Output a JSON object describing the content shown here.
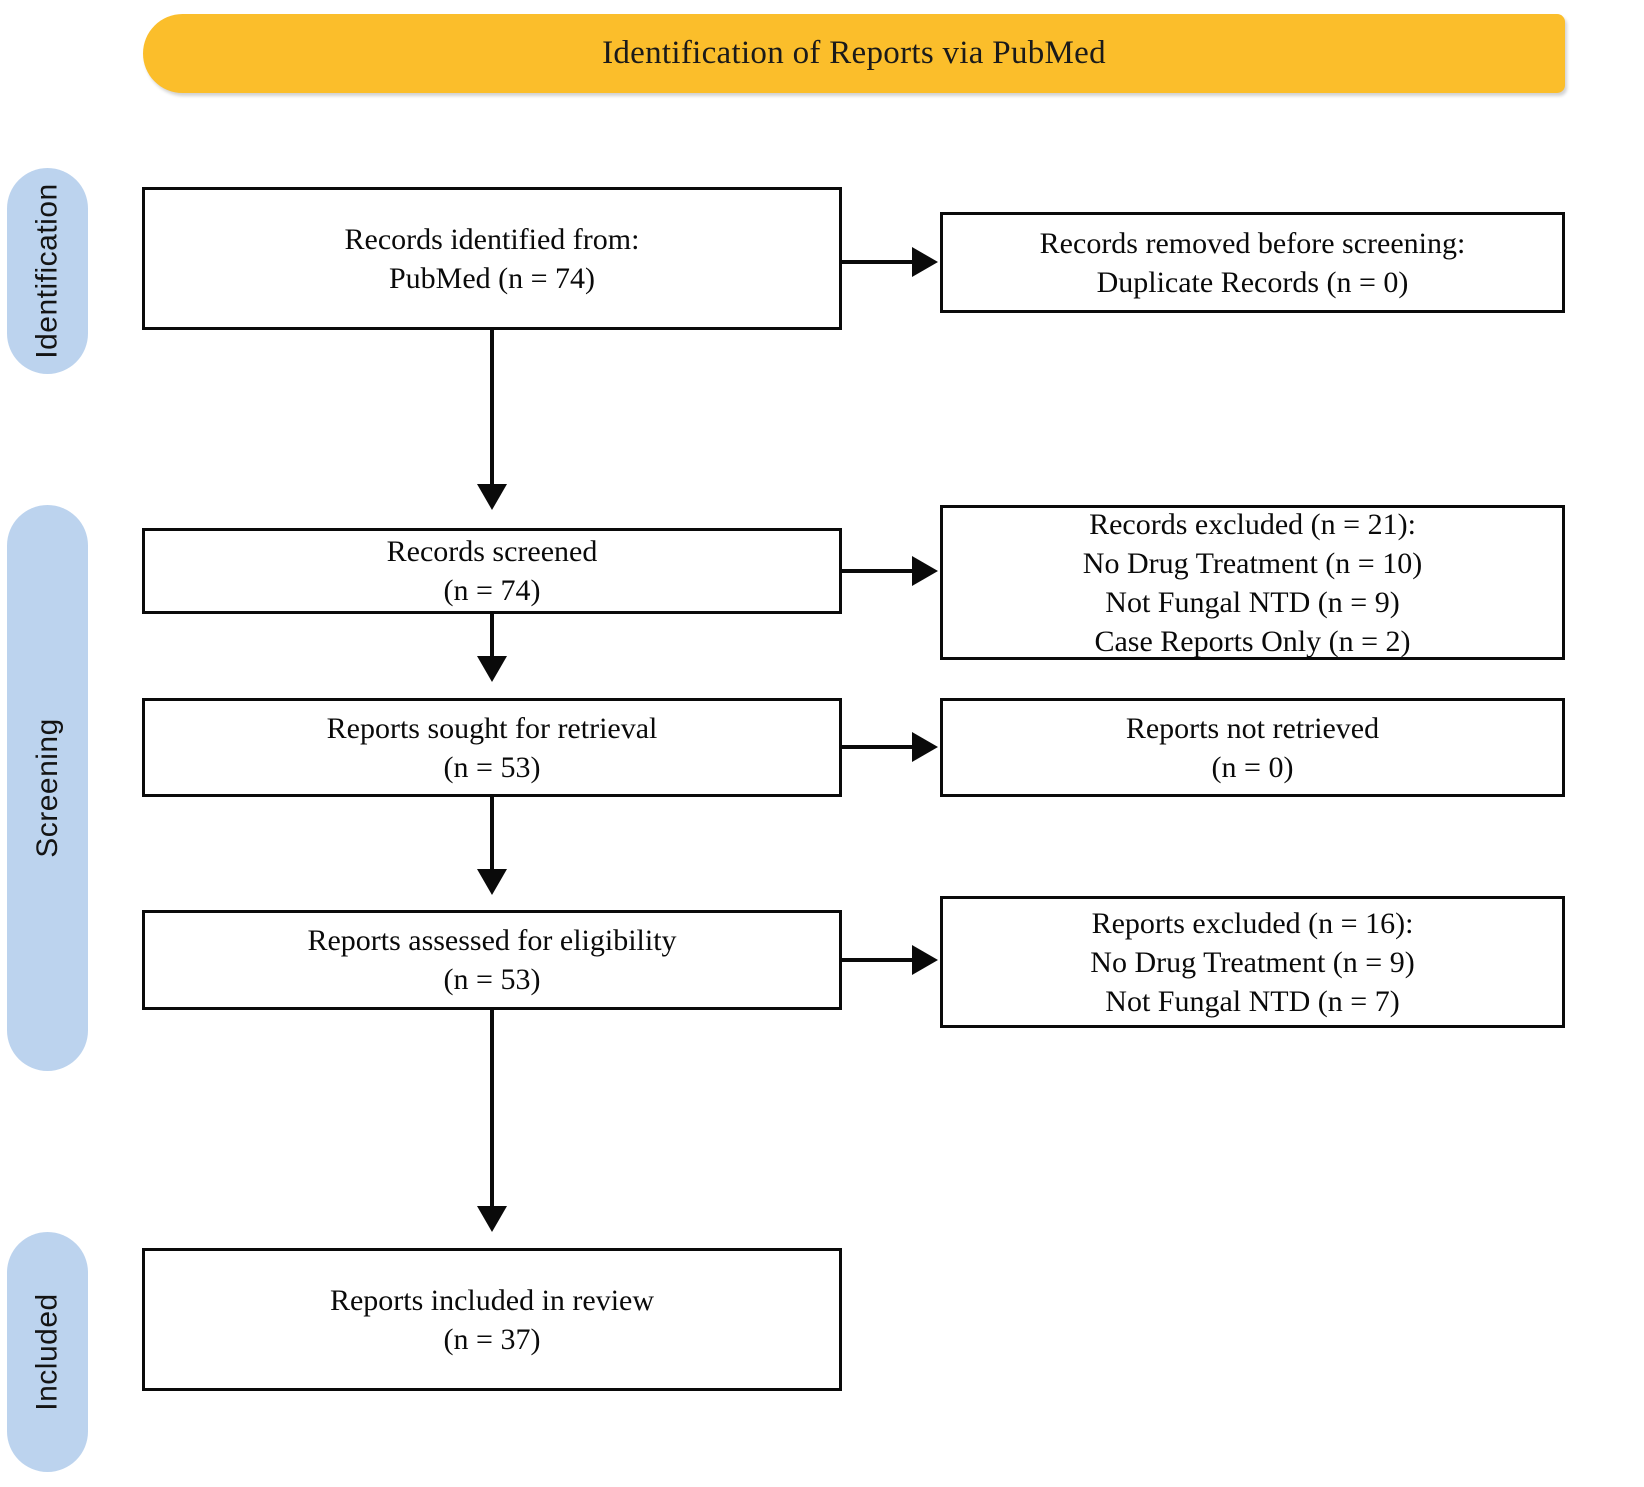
{
  "banner": {
    "title": "Identification of Reports via PubMed",
    "color": "#FBBE2B"
  },
  "stages": {
    "color": "#BCD3EE",
    "identification": "Identification",
    "screening": "Screening",
    "included": "Included"
  },
  "nodes": {
    "identified": {
      "line1": "Records identified from:",
      "line2": "PubMed (n = 74)"
    },
    "removed": {
      "line1": "Records removed before screening:",
      "line2": "Duplicate Records (n = 0)"
    },
    "screened": {
      "line1": "Records screened",
      "line2": "(n = 74)"
    },
    "records_excluded": {
      "line1": "Records excluded (n = 21):",
      "line2": "No Drug Treatment (n = 10)",
      "line3": "Not Fungal NTD (n = 9)",
      "line4": "Case Reports Only (n = 2)"
    },
    "sought": {
      "line1": "Reports sought for retrieval",
      "line2": "(n = 53)"
    },
    "not_retrieved": {
      "line1": "Reports not retrieved",
      "line2": "(n = 0)"
    },
    "assessed": {
      "line1": "Reports assessed for eligibility",
      "line2": "(n = 53)"
    },
    "reports_excluded": {
      "line1": "Reports excluded (n = 16):",
      "line2": "No Drug Treatment (n = 9)",
      "line3": "Not Fungal NTD (n = 7)"
    },
    "included": {
      "line1": "Reports included in review",
      "line2": "(n = 37)"
    }
  }
}
